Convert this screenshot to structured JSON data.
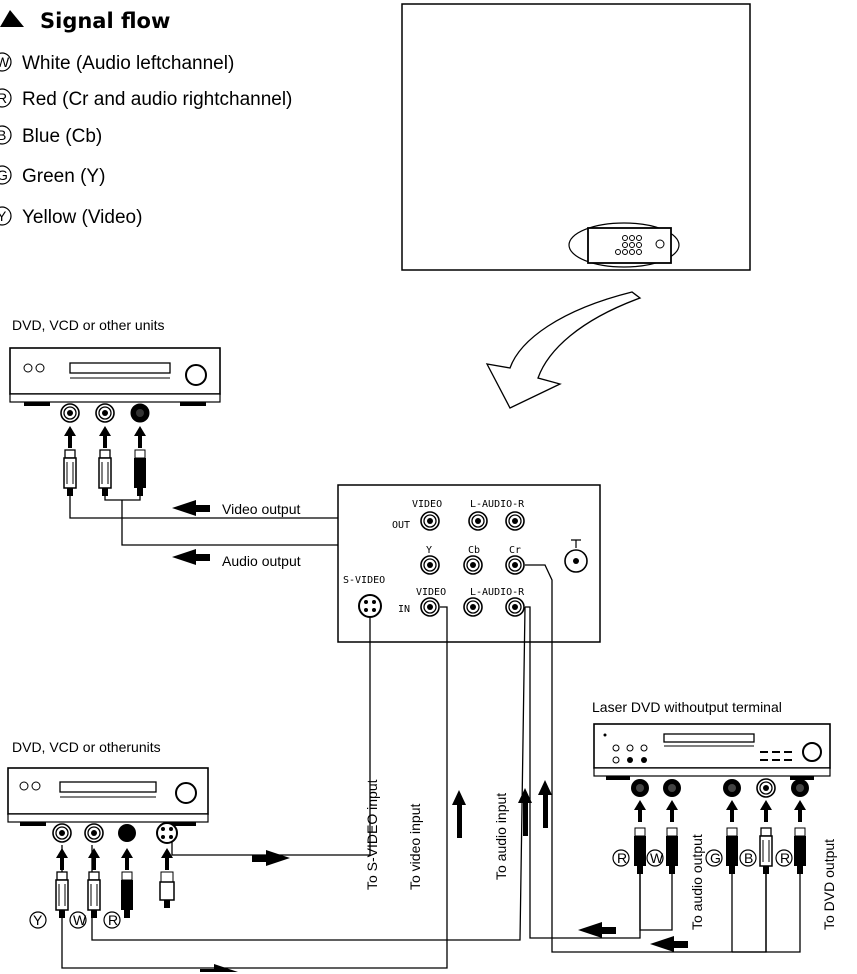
{
  "legend": {
    "title": "Signal flow",
    "items": [
      {
        "letter": "W",
        "text": "White (Audio leftchannel)"
      },
      {
        "letter": "R",
        "text": "Red (Cr and audio rightchannel)"
      },
      {
        "letter": "B",
        "text": "Blue (Cb)"
      },
      {
        "letter": "G",
        "text": "Green (Y)"
      },
      {
        "letter": "Y",
        "text": "Yellow (Video)"
      }
    ]
  },
  "devices": {
    "top_left": "DVD, VCD or other units",
    "bottom_left": "DVD, VCD or otherunits",
    "bottom_right": "Laser DVD withoutput terminal"
  },
  "panel": {
    "video": "VIDEO",
    "l_audio_r": "L-AUDIO-R",
    "out": "OUT",
    "in": "IN",
    "y": "Y",
    "cb": "Cb",
    "cr": "Cr",
    "s_video": "S-VIDEO",
    "video_in": "VIDEO",
    "l_audio_r_in": "L-AUDIO-R"
  },
  "arrow_labels": {
    "video_output": "Video output",
    "audio_output": "Audio output",
    "to_svideo_input": "To S-VIDEO input",
    "to_video_input": "To video input",
    "to_audio_input": "To audio input",
    "to_audio_output": "To audio output",
    "to_dvd_output": "To DVD output"
  },
  "bottom_left_plugs": [
    "Y",
    "W",
    "R"
  ],
  "bottom_right_plugs": [
    "R",
    "W",
    "G",
    "B",
    "R"
  ]
}
